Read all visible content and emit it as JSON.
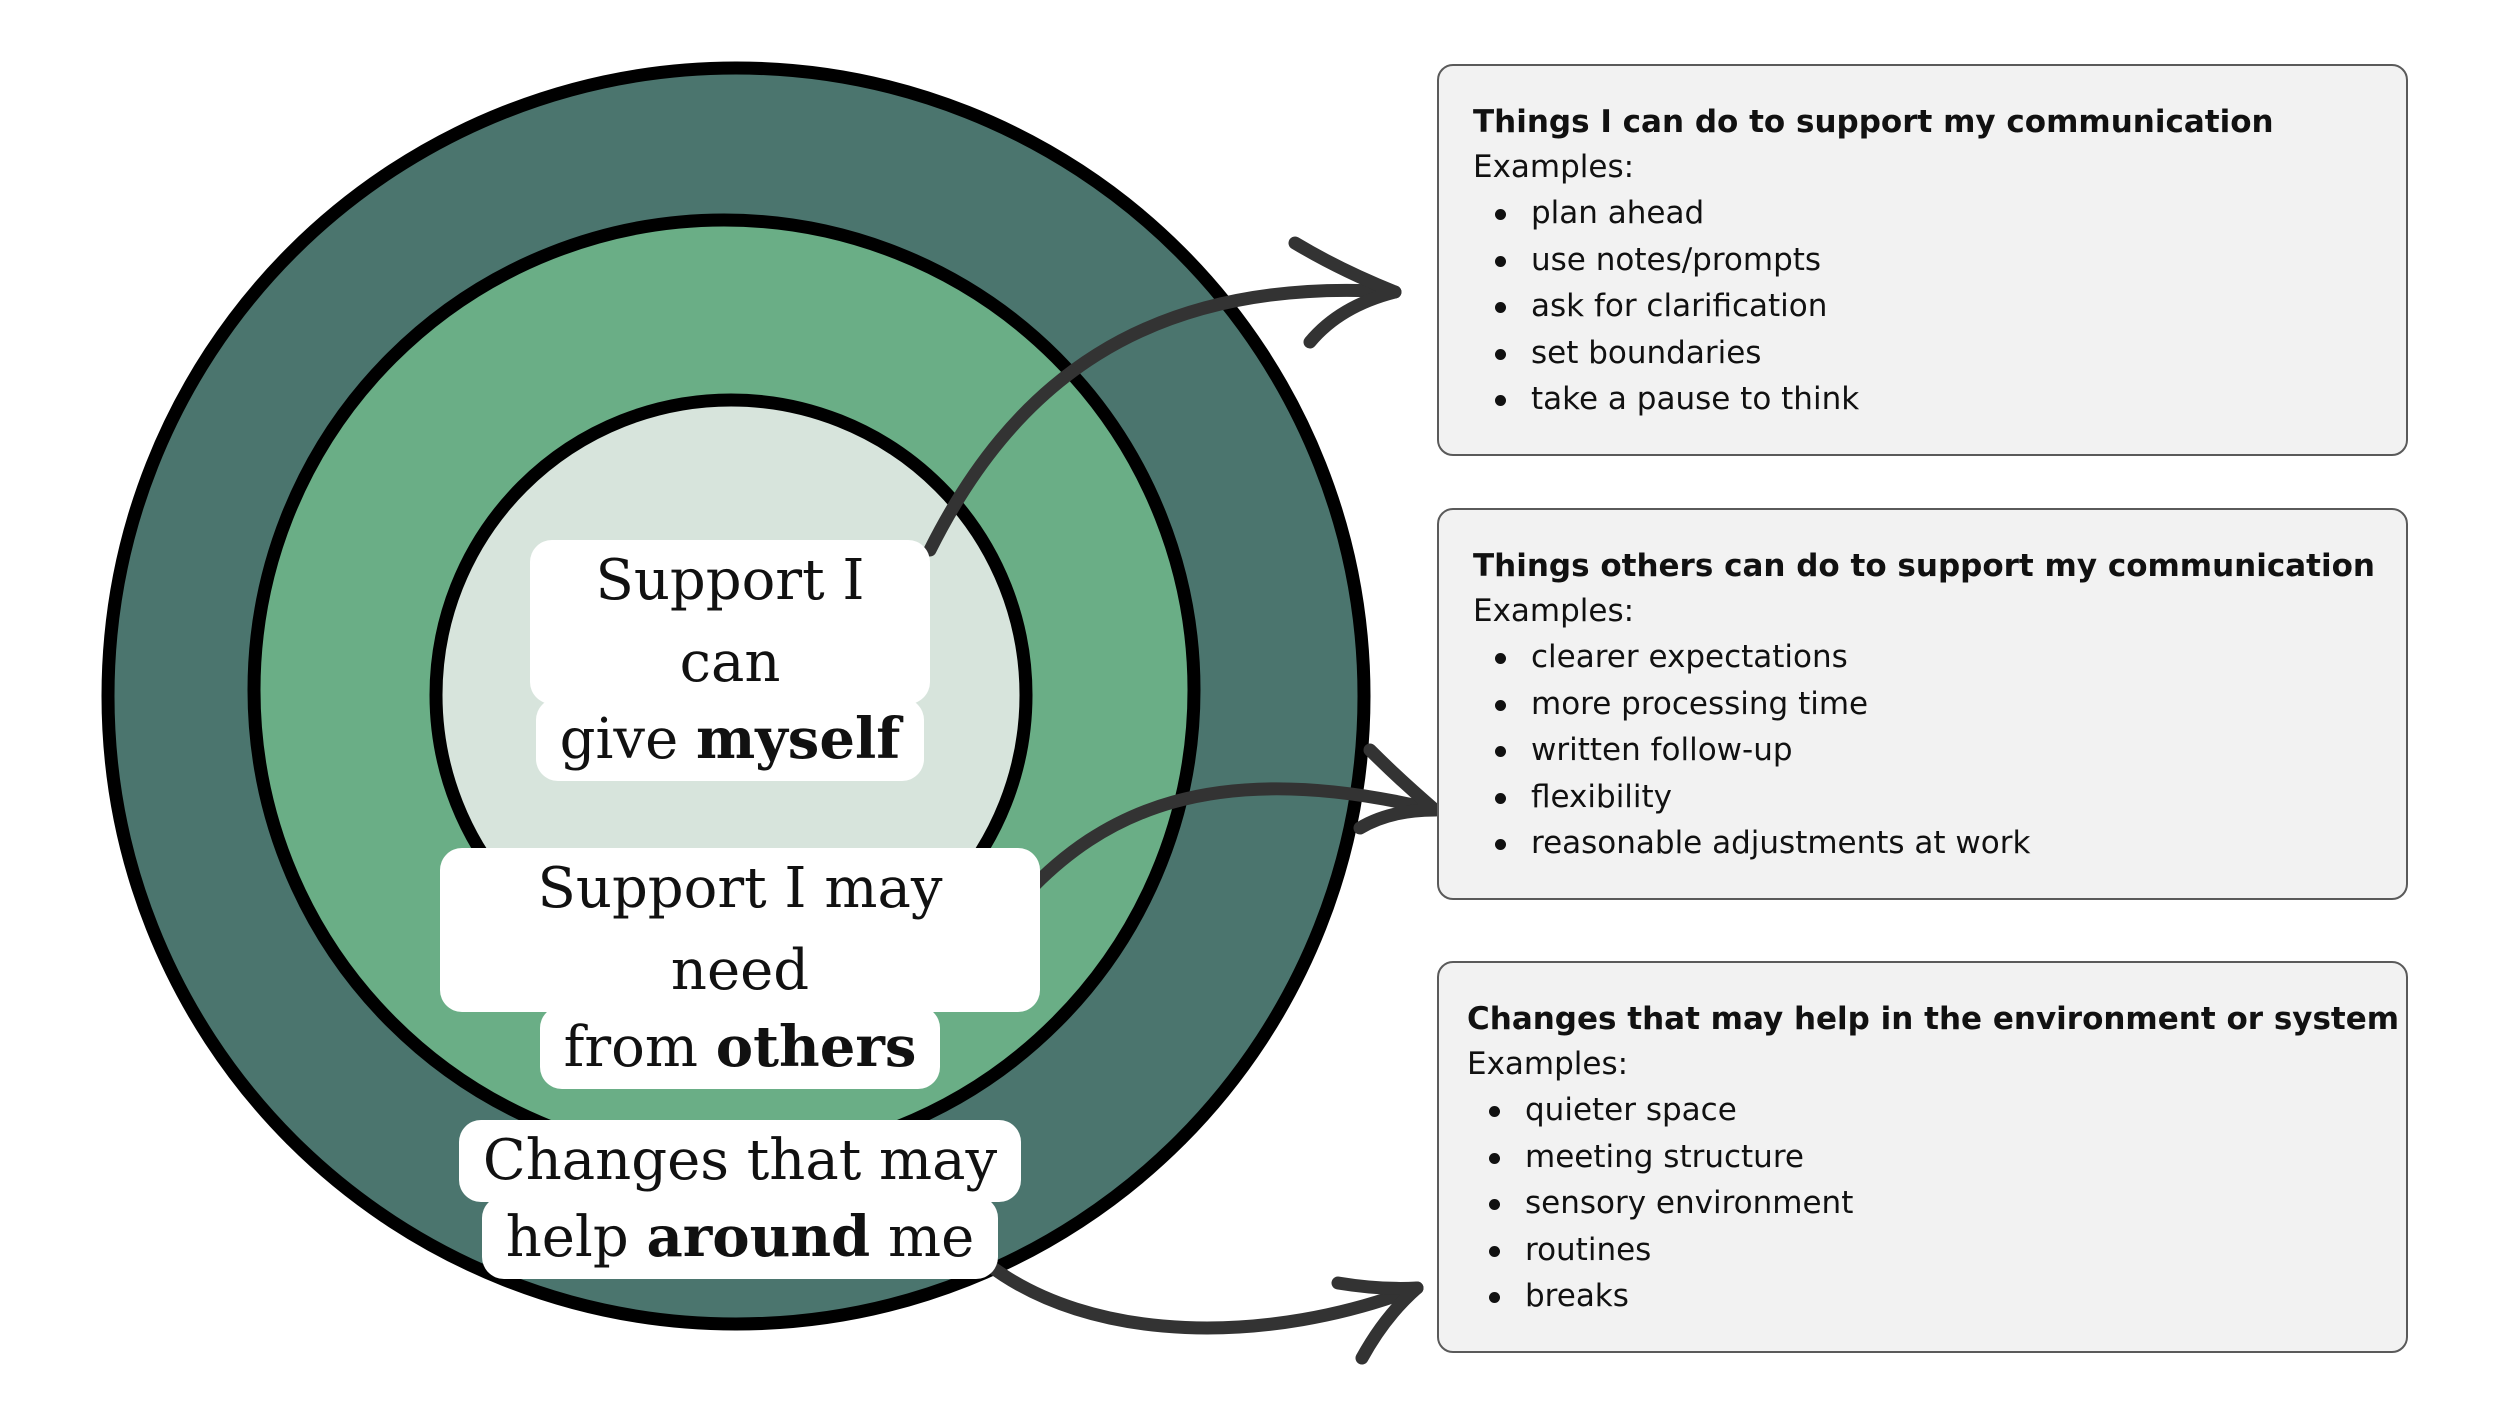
{
  "colors": {
    "outer_ring": "#4b756e",
    "middle_ring": "#6aae86",
    "inner_circle": "#d7e4dc",
    "outline": "#000000",
    "arrow": "#333333",
    "card_bg": "#f2f2f2",
    "card_border": "#5a5a5a"
  },
  "rings": {
    "inner": {
      "line1": "Support I can",
      "line2_pre": "give ",
      "line2_bold": "myself",
      "line2_post": ""
    },
    "middle": {
      "line1": "Support I may need",
      "line2_pre": "from ",
      "line2_bold": "others",
      "line2_post": ""
    },
    "outer": {
      "line1": "Changes that may",
      "line2_pre": "help ",
      "line2_bold": "around",
      "line2_post": " me"
    }
  },
  "cards": [
    {
      "title": "Things I can do to support my communication",
      "subtitle": "Examples:",
      "items": [
        "plan ahead",
        "use notes/prompts",
        "ask for clarification",
        "set boundaries",
        "take a pause to think"
      ]
    },
    {
      "title": "Things others can do to support my communication",
      "subtitle": "Examples:",
      "items": [
        "clearer expectations",
        "more processing time",
        "written follow-up",
        "flexibility",
        "reasonable adjustments at work"
      ]
    },
    {
      "title": "Changes that may help in the environment or system",
      "subtitle": "Examples:",
      "items": [
        "quieter space",
        "meeting structure",
        "sensory environment",
        "routines",
        "breaks"
      ]
    }
  ]
}
